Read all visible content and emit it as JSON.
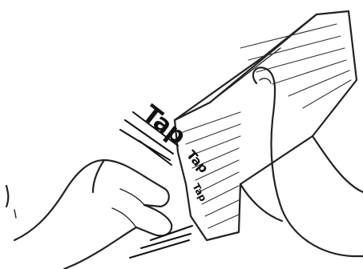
{
  "figure": {
    "labels": [
      "Tap",
      "Tap",
      "Tap"
    ]
  },
  "colors": {
    "ink": "#222222",
    "background": "#ffffff"
  }
}
